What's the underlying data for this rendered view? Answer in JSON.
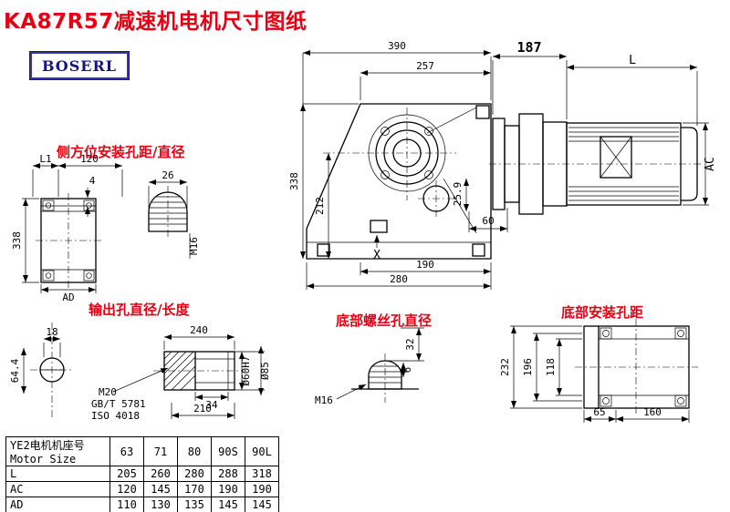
{
  "title": "KA87R57减速机电机尺寸图纸",
  "brand": {
    "logo_text": "BOSERL"
  },
  "section_labels": {
    "side_mount": "侧方位安装孔距/直径",
    "output_hole": "输出孔直径/长度",
    "bottom_screw": "底部螺丝孔直径",
    "bottom_mount": "底部安装孔距"
  },
  "main_view": {
    "top_width": "390",
    "inner_width": "257",
    "flange_len": "187",
    "motor_len": "L",
    "total_height": "338",
    "base_height": "212",
    "motor_dia": "AC",
    "shaft_offset": "25.9",
    "hole_offset": "60",
    "base_len": "190",
    "base_total": "280",
    "surface_mark": "X"
  },
  "side_view": {
    "l1": "L1",
    "w120": "120",
    "step4": "4",
    "h338": "338",
    "ad": "AD",
    "slot_w": "26",
    "thread": "M16"
  },
  "output_view": {
    "key_w": "18",
    "h644": "64.4",
    "len240": "240",
    "thread": "M20",
    "std_gb": "GB/T 5781",
    "std_iso": "ISO 4018",
    "len34": "34",
    "len210": "210",
    "dia60": "Ø60H7",
    "dia85": "Ø85"
  },
  "screw_view": {
    "depth32": "32",
    "p6": "6",
    "thread": "M16"
  },
  "bottom_view": {
    "h232": "232",
    "h196": "196",
    "h118": "118",
    "w65": "65",
    "w160": "160"
  },
  "table": {
    "header_cn": "YE2电机机座号",
    "header_en": "Motor Size",
    "columns": [
      "63",
      "71",
      "80",
      "90S",
      "90L"
    ],
    "rows": [
      {
        "label": "L",
        "values": [
          "205",
          "260",
          "280",
          "288",
          "318"
        ]
      },
      {
        "label": "AC",
        "values": [
          "120",
          "145",
          "170",
          "190",
          "190"
        ]
      },
      {
        "label": "AD",
        "values": [
          "110",
          "130",
          "135",
          "145",
          "145"
        ]
      }
    ]
  }
}
